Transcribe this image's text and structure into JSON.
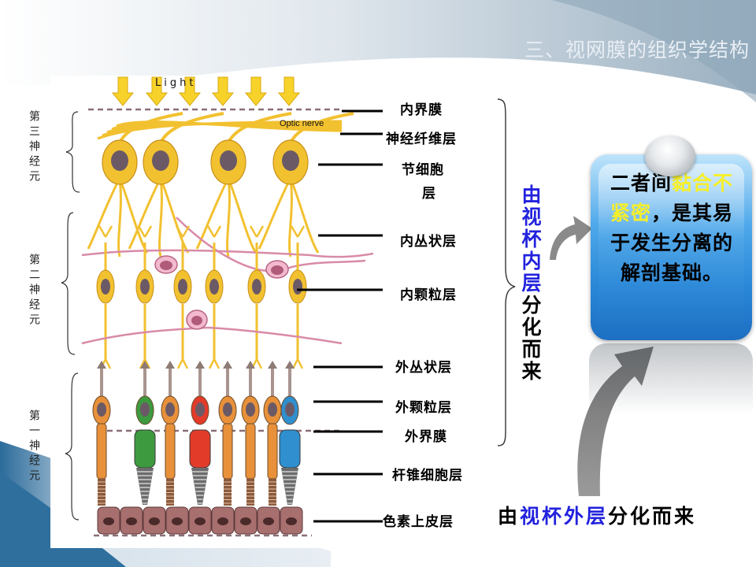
{
  "slide": {
    "title": "三、视网膜的组织学结构"
  },
  "diagram": {
    "light_label": "Light",
    "optic_nerve_label": "Optic nerve",
    "neuron_labels": [
      "第三神经元",
      "第二神经元",
      "第一神经元"
    ],
    "layers": [
      "内界膜",
      "神经纤维层",
      "节细胞",
      "层",
      "内丛状层",
      "内颗粒层",
      "外丛状层",
      "外颗粒层",
      "外界膜",
      "杆锥细胞层",
      "色素上皮层"
    ]
  },
  "origins": {
    "inner_blue": "由视杯内层",
    "inner_black": "分化而来",
    "outer_prefix": "由",
    "outer_blue": "视杯外层",
    "outer_suffix": "分化而来"
  },
  "note": {
    "part1": "二者间",
    "highlight1": "黏合",
    "highlight2": "不紧密",
    "part2": "，是其易于发生分离的解剖基础。"
  },
  "colors": {
    "neuron": "#f2c130",
    "soma": "#6b5a66",
    "connector": "#d98aa8",
    "cone_green": "#3d9a3f",
    "cone_red": "#e23b2a",
    "cone_blue": "#2f8fcf",
    "rod_orange": "#e8913a",
    "epithelium": "#a86f6f",
    "blue_text": "#2222dd",
    "highlight": "#f6ef2a"
  }
}
